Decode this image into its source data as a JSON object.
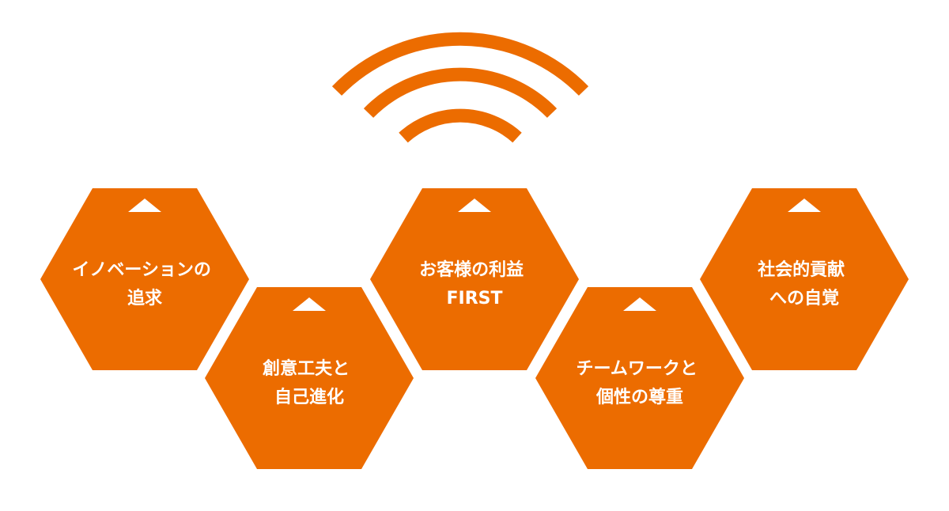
{
  "colors": {
    "accent": "#ec6c00",
    "on_accent": "#ffffff",
    "background": "#ffffff"
  },
  "signal_icon": "wifi-signal-icon",
  "values": [
    {
      "id": "innovation",
      "lines": [
        "イノベーションの",
        "追求"
      ]
    },
    {
      "id": "creativity",
      "lines": [
        "創意工夫と",
        "自己進化"
      ]
    },
    {
      "id": "customer-first",
      "lines": [
        "お客様の利益",
        "FIRST"
      ]
    },
    {
      "id": "teamwork",
      "lines": [
        "チームワークと",
        "個性の尊重"
      ]
    },
    {
      "id": "social-contribution",
      "lines": [
        "社会的貢献",
        "への自覚"
      ]
    }
  ]
}
